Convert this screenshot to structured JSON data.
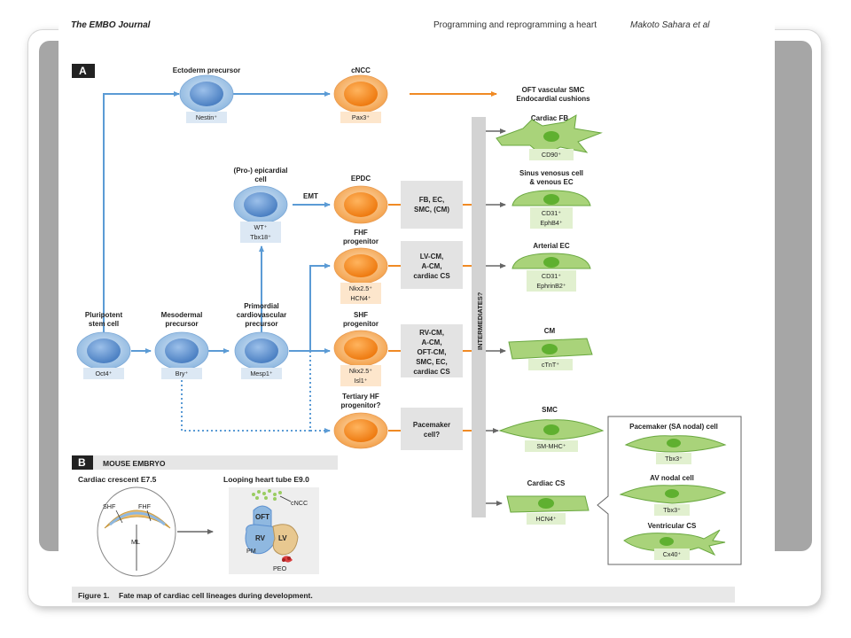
{
  "header": {
    "journal": "The EMBO Journal",
    "article": "Programming and reprogramming a heart",
    "author": "Makoto Sahara et al"
  },
  "panel_a": {
    "label": "A",
    "ectoderm": {
      "title": "Ectoderm precursor",
      "marker": "Nestin⁺"
    },
    "cncc": {
      "title": "cNCC",
      "marker": "Pax3⁺"
    },
    "oft": {
      "line1": "OFT vascular SMC",
      "line2": "Endocardial cushions"
    },
    "epicardial": {
      "line1": "(Pro-) epicardial",
      "line2": "cell",
      "marker1": "WT⁺",
      "marker2": "Tbx18⁺"
    },
    "emt": "EMT",
    "epdc": "EPDC",
    "fhf": {
      "line1": "FHF",
      "line2": "progenitor",
      "marker1": "Nkx2.5⁺",
      "marker2": "HCN4⁺"
    },
    "shf": {
      "line1": "SHF",
      "line2": "progenitor",
      "marker1": "Nkx2.5⁺",
      "marker2": "Isl1⁺"
    },
    "tertiary": {
      "line1": "Tertiary HF",
      "line2": "progenitor?"
    },
    "pluripotent": {
      "line1": "Pluripotent",
      "line2": "stem cell",
      "marker": "Oct4⁺"
    },
    "mesodermal": {
      "line1": "Mesodermal",
      "line2": "precursor",
      "marker": "Bry⁺"
    },
    "primordial": {
      "line1": "Primordial",
      "line2": "cardiovascular",
      "line3": "precursor",
      "marker": "Mesp1⁺"
    },
    "fates": {
      "epdc": [
        "FB, EC,",
        "SMC, (CM)"
      ],
      "fhf": [
        "LV-CM,",
        "A-CM,",
        "cardiac CS"
      ],
      "shf": [
        "RV-CM,",
        "A-CM,",
        "OFT-CM,",
        "SMC, EC,",
        "cardiac CS"
      ],
      "tertiary": [
        "Pacemaker",
        "cell?"
      ]
    },
    "intermediates": "INTERMEDIATES?",
    "cardiac_fb": {
      "title": "Cardiac FB",
      "marker": "CD90⁺"
    },
    "sinus": {
      "line1": "Sinus venosus cell",
      "line2": "& venous EC",
      "marker1": "CD31⁺",
      "marker2": "EphB4⁺"
    },
    "arterial": {
      "title": "Arterial EC",
      "marker1": "CD31⁺",
      "marker2": "EphrinB2⁺"
    },
    "cm": {
      "title": "CM",
      "marker": "cTnT⁺"
    },
    "smc": {
      "title": "SMC",
      "marker": "SM-MHC⁺"
    },
    "cardiac_cs": {
      "title": "Cardiac CS",
      "marker": "HCN4⁺"
    },
    "subtypes": {
      "pacemaker": {
        "title": "Pacemaker (SA nodal) cell",
        "marker": "Tbx3⁺"
      },
      "av": {
        "title": "AV nodal cell",
        "marker": "Tbx3⁺"
      },
      "ventricular": {
        "title": "Ventricular CS",
        "marker": "Cx40⁺"
      }
    }
  },
  "panel_b": {
    "label": "B",
    "title": "MOUSE EMBRYO",
    "crescent": {
      "title": "Cardiac crescent E7.5",
      "shf": "SHF",
      "fhf": "FHF",
      "ml": "ML"
    },
    "tube": {
      "title": "Looping heart tube E9.0",
      "cncc": "cNCC",
      "oft": "OFT",
      "rv": "RV",
      "lv": "LV",
      "pm": "PM",
      "peo": "PEO"
    }
  },
  "caption": {
    "label": "Figure 1.",
    "text": "Fate map of cardiac cell lineages during development."
  },
  "colors": {
    "blue_cell": "#9dc3e6",
    "blue_nucleus": "#5b8fcf",
    "orange_cell": "#f79a2e",
    "orange_nucleus": "#f07d12",
    "green_cell": "#a9d37a",
    "green_nucleus": "#5fb030",
    "blue_arrow": "#5b9bd5",
    "orange_arrow": "#f08a24",
    "gray_box": "#e3e3e3"
  }
}
